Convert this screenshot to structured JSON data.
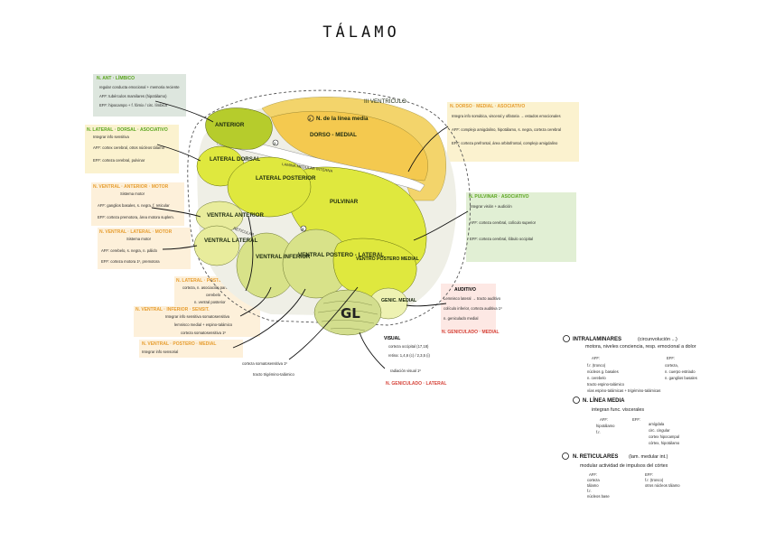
{
  "title": "TÁLAMO",
  "structures": {
    "iii_ventriculo": "III VENTRÍCULO",
    "linea_media": "N. de la línea media",
    "linea_media_num": "2",
    "dorso_medial": "DORSO - MEDIAL",
    "anterior": "ANTERIOR",
    "lateral_dorsal": "LATERAL DORSAL",
    "lateral_posterior": "LATERAL POSTERIOR",
    "pulvinar": "PULVINAR",
    "ventral_anterior": "VENTRAL ANTERIOR",
    "ventral_lateral": "VENTRAL LATERAL",
    "ventral_inferior": "VENTRAL INFERIOR",
    "ventral_postero_lateral": "VENTRAL POSTERO - LATERAL",
    "ventral_postero_medial": "VENTRO POSTERO MEDIAL",
    "genic_medial": "GENIC. MEDIAL",
    "gl": "GL",
    "lamina_medular": "LAMINA MEDULAR INTERNA",
    "reticular": "RETICULAR",
    "intralaminar_num": "1",
    "reticular_num": "3"
  },
  "boxes": {
    "anterior": {
      "header": "N. ANT · LÍMBICO",
      "lines": [
        "regular conducta emocional + memoria reciente",
        "AFF: tubérculos mamilares (hipotálamo)",
        "EFF: hipocampo + f. fórnix / circ. límbica"
      ]
    },
    "lateral_dorsal": {
      "header": "N. LATERAL · DORSAL · ASOCIATIVO",
      "lines": [
        "Integrar info sensitiva",
        "AFF: cortex cerebral, otros núcleos tálamo",
        "EFF: corteza cerebral, pulvinar"
      ]
    },
    "ventral_anterior": {
      "header": "N. VENTRAL · ANTERIOR · MOTOR",
      "lines": [
        "Sistema motor",
        "AFF: ganglios basales, s. negra, f. reticular",
        "EFF: corteza premotora, área motora suplem."
      ]
    },
    "ventral_lateral": {
      "header": "N. VENTRAL · LATERAL · MOTOR",
      "lines": [
        "Sistema motor",
        "AFF: cerebelo, s. negra, n. pálido",
        "EFF: corteza motora 1º, premotora"
      ]
    },
    "lateral_posterior": {
      "header": "N. LATERAL · POSTERIOR · SENSIT.",
      "lines": [
        "corteza, n. asociación parietal",
        "cerebelo",
        "n. ventral posterior"
      ]
    },
    "ventral_inferior": {
      "header": "N. VENTRAL · INFERIOR · SENSIT.",
      "lines": [
        "Integrar info sensitiva somatosensitiva",
        "lemnisco medial + espino-talámico",
        "corteza somatosensitiva 1º"
      ]
    },
    "ventral_pm": {
      "header": "N. VENTRAL · POSTERO · MEDIAL",
      "lines": [
        "Integrar info sensorial",
        "corteza somatosensitiva 1º",
        "tracto trigémino-talámico"
      ]
    },
    "dorsomedial": {
      "header": "N. DORSO · MEDIAL · ASOCIATIVO",
      "lines": [
        "Integra info somática, visceral y olfatoria → estados emocionales",
        "AFF: complejo amigdalino, hipotálamo, s. negra, corteza cerebral",
        "EFF: corteza prefrontal, área orbitofrontal, complejo amigdalino"
      ]
    },
    "pulvinar": {
      "header": "N. PULVINAR · ASOCIATIVO",
      "lines": [
        "Integrar visión + audición",
        "AFF: corteza cerebral, colículo superior",
        "EFF: corteza cerebral, lóbulo occipital"
      ]
    },
    "geniculado_medial": {
      "header": "AUDITIVO",
      "lines": [
        "Lemnisco lateral → tracto auditivo",
        "colículo inferior, corteza auditiva 1º",
        "n. geniculado medial"
      ],
      "footer": "N. GENICULADO · MEDIAL"
    },
    "geniculado_lateral": {
      "header": "VISUAL",
      "lines": [
        "corteza occipital (17,18)",
        "retina: 1,4,6 (c) / 2,3,5 (i)",
        "radiación visual 1º"
      ],
      "footer": "N. GENICULADO · LATERAL"
    }
  },
  "side_notes": {
    "intralaminares": {
      "title": "INTRALAMINARES",
      "tag": "(circunvolución ...)",
      "subtitle": "motora, niveles conciencia, resp. emocional a dolor",
      "aff": [
        "AFF:",
        "f.r. (tronco)",
        "núcleos g. basales",
        "n. cerebelo",
        "tracto espino-talámico",
        "vías espino-talámicas + trigémino-talámicas"
      ],
      "eff": [
        "EFF:",
        "corteza,",
        "n. cuerpo estriado",
        "n. ganglios basales"
      ]
    },
    "linea_media": {
      "title": "N. LÍNEA MEDIA",
      "subtitle": "integran func. viscerales",
      "aff": [
        "AFF:",
        "hipotálamo",
        "f.r."
      ],
      "eff": [
        "EFF:",
        "amígdala",
        "circ. cingular",
        "cortex hipocampal",
        "córtex, hipotálamo"
      ]
    },
    "reticulares": {
      "title": "N. RETICULARES",
      "tag": "(lam. medular int.)",
      "subtitle": "modular actividad de impulsos del córtex",
      "aff": [
        "AFF:",
        "corteza",
        "tálamo",
        "f.r.",
        "núcleos base"
      ],
      "eff": [
        "EFF:",
        "f.r. (tronco)",
        "otros núcleos tálamo"
      ]
    }
  },
  "colors": {
    "ventricle": "#f3d46b",
    "dorsomedial": "#f4c94f",
    "anterior": "#b6cc2c",
    "yellow_green": "#dfe83e",
    "pale": "#e8ec9c",
    "pale2": "#d8e289",
    "gl": "#d3de8e",
    "gm": "#eef2b2",
    "box_anterior": "#dde6de",
    "box_lateral": "#fbf2cf",
    "box_ventral": "#fdf0da",
    "box_pulvinar": "#e1efd4",
    "box_audit": "#fde8e4",
    "box_visual": "#ffffff",
    "header_green": "#5aa51e",
    "header_orange": "#e79d2f",
    "header_red": "#d6443a"
  }
}
